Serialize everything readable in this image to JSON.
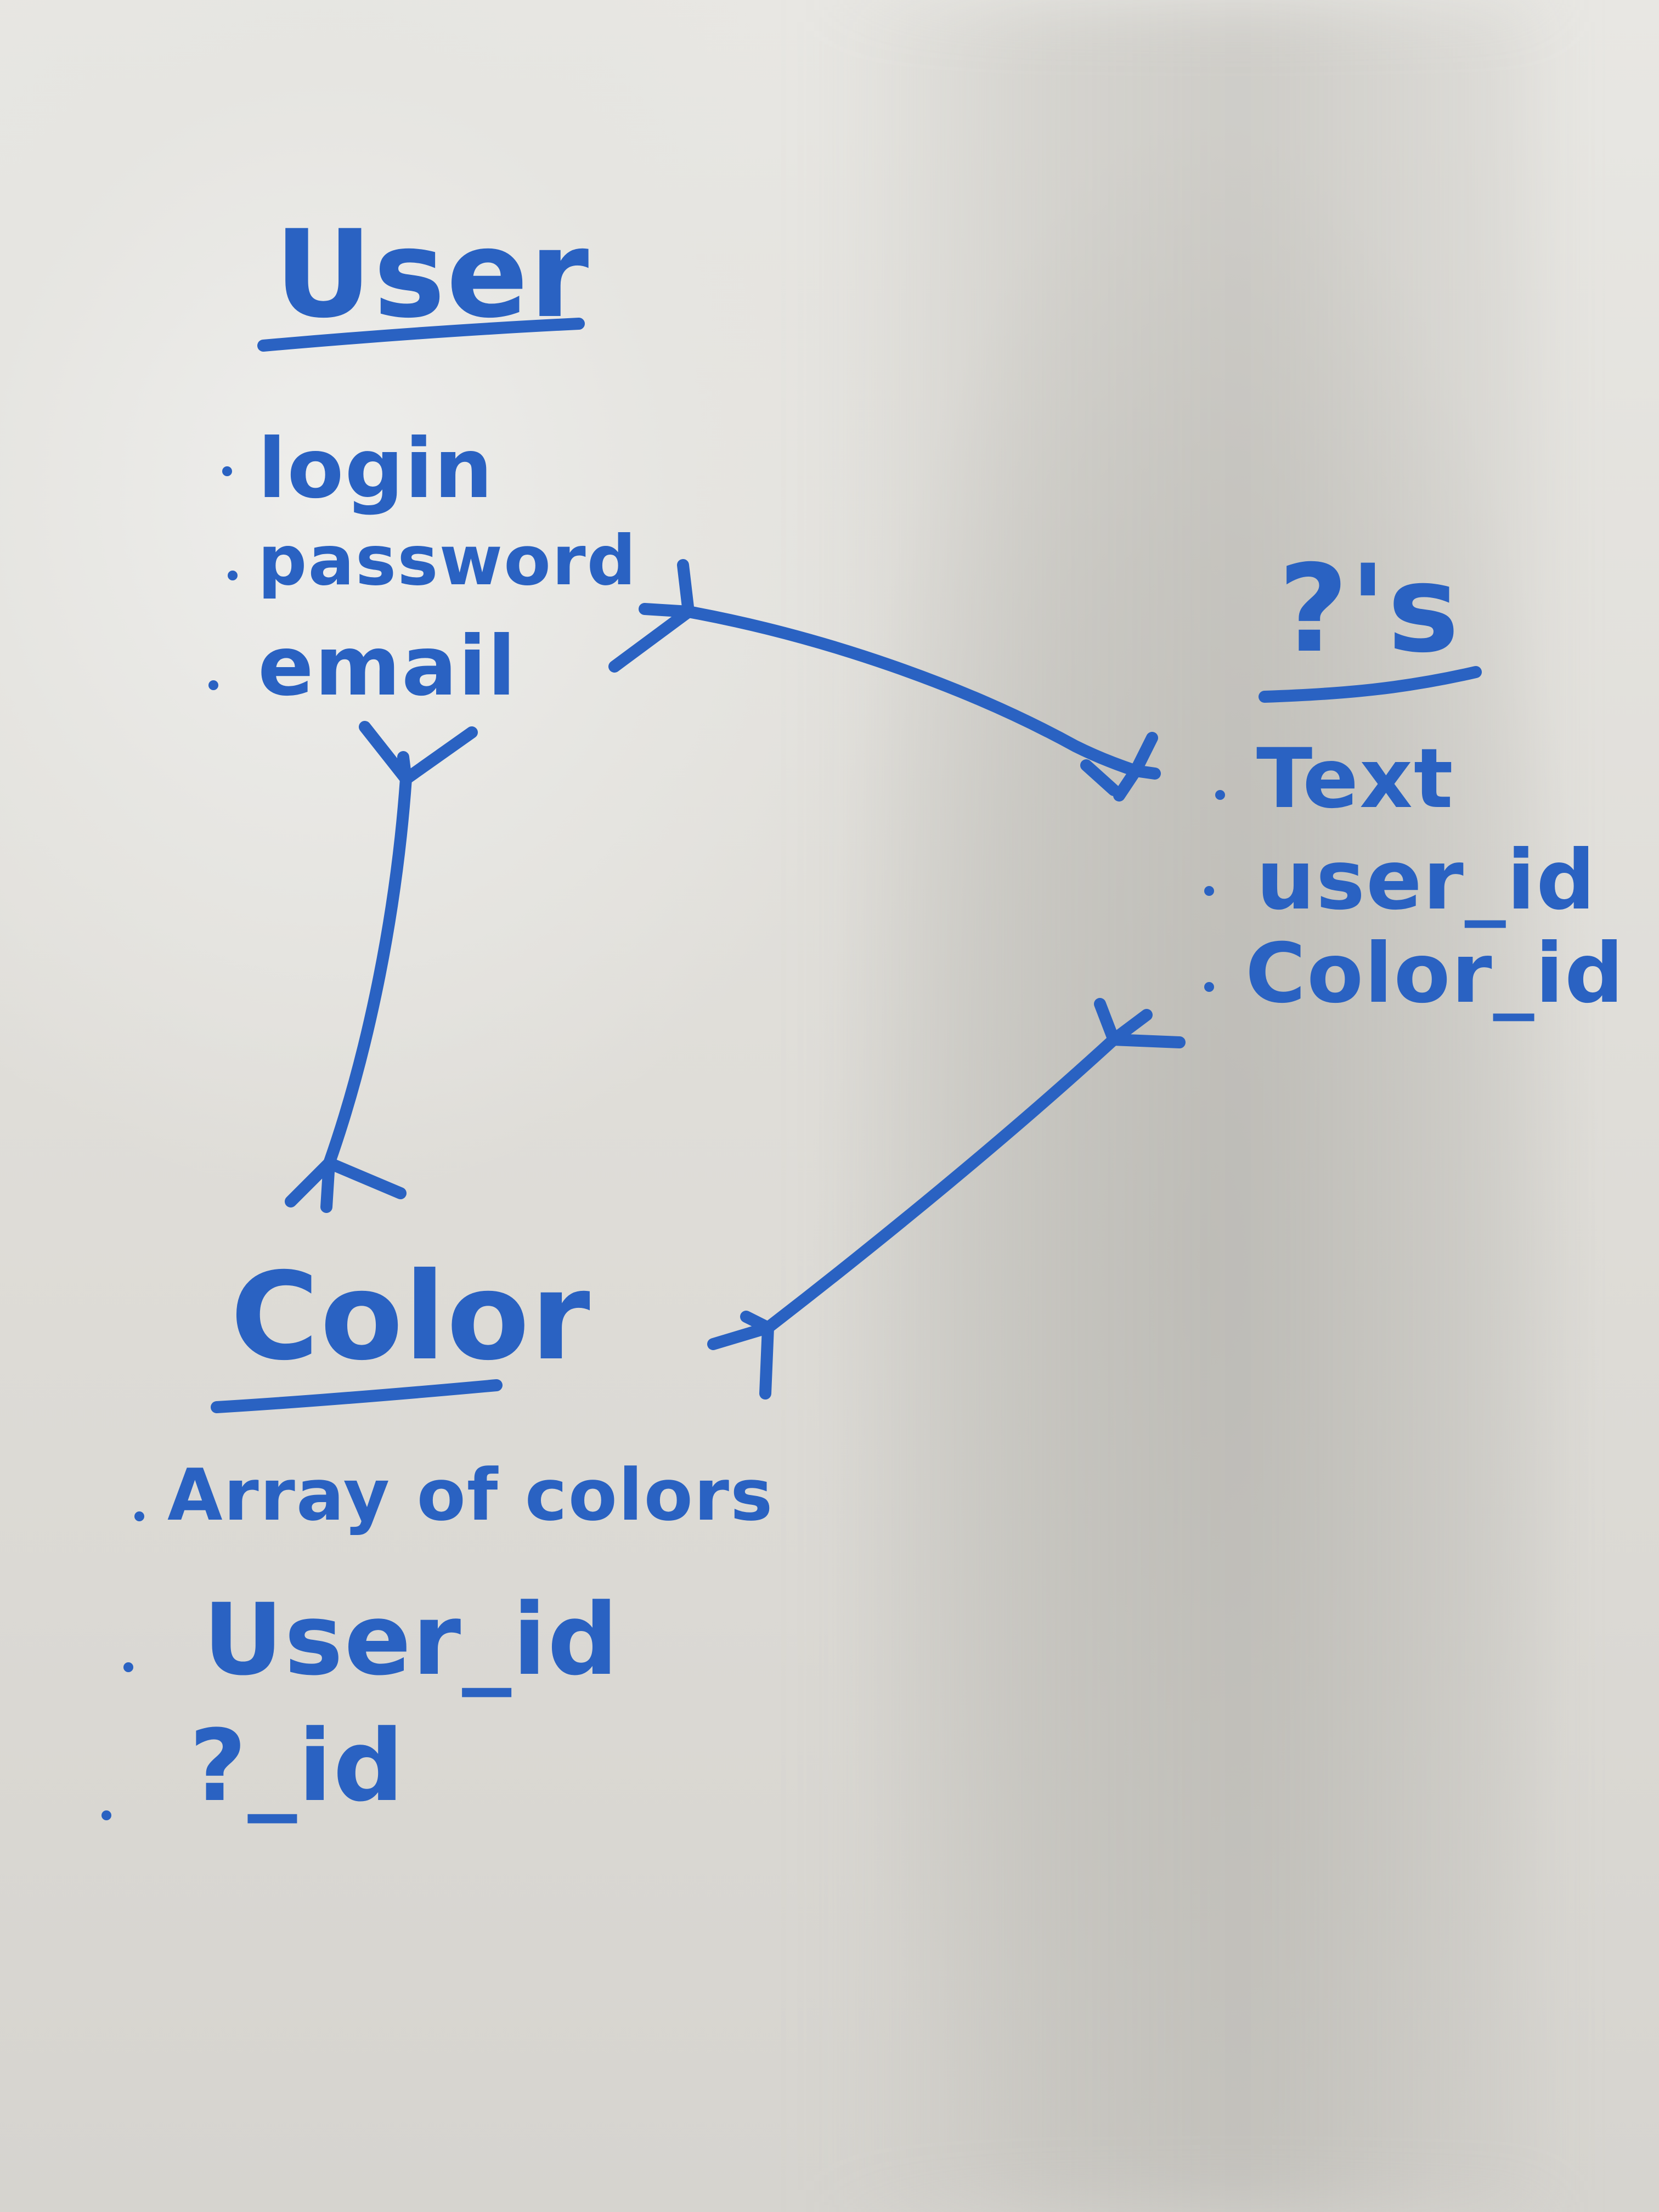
{
  "entities": [
    {
      "id": "user",
      "title": "User",
      "fields": [
        "login",
        "password",
        "email"
      ]
    },
    {
      "id": "questions",
      "title": "?'s",
      "fields": [
        "Text",
        "user_id",
        "Color_id"
      ]
    },
    {
      "id": "color",
      "title": "Color",
      "fields": [
        "Array of colors",
        "User_id",
        "?_id"
      ]
    }
  ],
  "relationships": [
    {
      "from": "User",
      "to": "?'s",
      "notation": "crow's foot both ends"
    },
    {
      "from": "User",
      "to": "Color",
      "notation": "crow's foot both ends"
    },
    {
      "from": "Color",
      "to": "?'s",
      "notation": "crow's foot both ends"
    }
  ],
  "colors": {
    "ink": "#2a62c2",
    "board": "#e3e2de"
  }
}
